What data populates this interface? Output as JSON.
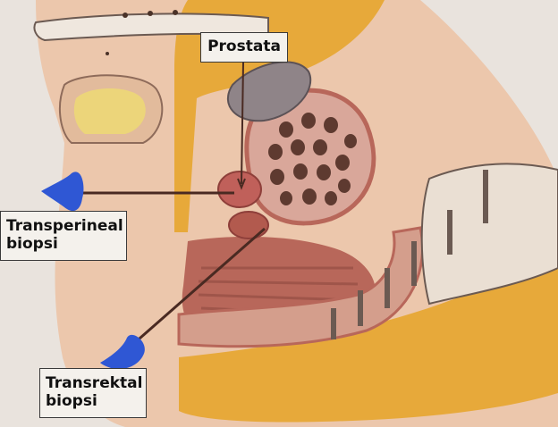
{
  "labels": {
    "prostata": "Prostata",
    "transperineal_line1": "Transperineal",
    "transperineal_line2": "biopsi",
    "transrektal_line1": "Transrektal",
    "transrektal_line2": "biopsi"
  },
  "colors": {
    "background": "#e9e3dd",
    "skin": "#ecc7ac",
    "fat_yellow": "#e7a93a",
    "muscle": "#b8675a",
    "prostate": "#c0605a",
    "bladder": "#d9a79a",
    "bone": "#eadfd3",
    "probe": "#2f57d4",
    "pointer_line": "#4a2a22"
  }
}
